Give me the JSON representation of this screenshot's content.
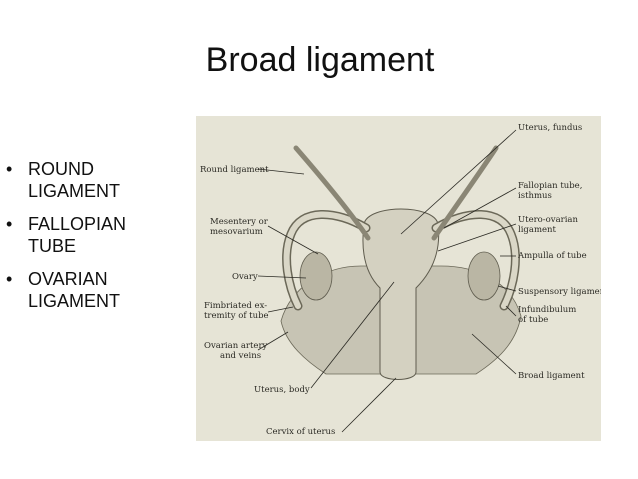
{
  "slide": {
    "title": "Broad ligament",
    "bullets": [
      "ROUND LIGAMENT",
      "FALLOPIAN TUBE",
      "OVARIAN LIGAMENT"
    ]
  },
  "figure": {
    "labels": {
      "uterus_fundus": "Uterus, fundus",
      "round_ligament": "Round ligament",
      "fallopian_isthmus_1": "Fallopian tube,",
      "fallopian_isthmus_2": "isthmus",
      "mesentery_1": "Mesentery or",
      "mesentery_2": "mesovarium",
      "utero_ovarian_1": "Utero-ovarian",
      "utero_ovarian_2": "ligament",
      "ampulla": "Ampulla of tube",
      "ovary": "Ovary",
      "suspensory": "Suspensory ligament",
      "fimbriated_1": "Fimbriated ex-",
      "fimbriated_2": "tremity of tube",
      "infundibulum_1": "Infundibulum",
      "infundibulum_2": "of tube",
      "ovarian_artery_1": "Ovarian artery",
      "ovarian_artery_2": "and veins",
      "uterus_body": "Uterus, body",
      "broad_ligament": "Broad ligament",
      "cervix": "Cervix of uterus"
    }
  },
  "colors": {
    "figure_bg": "#e6e4d6",
    "ink": "#2b2a24"
  }
}
